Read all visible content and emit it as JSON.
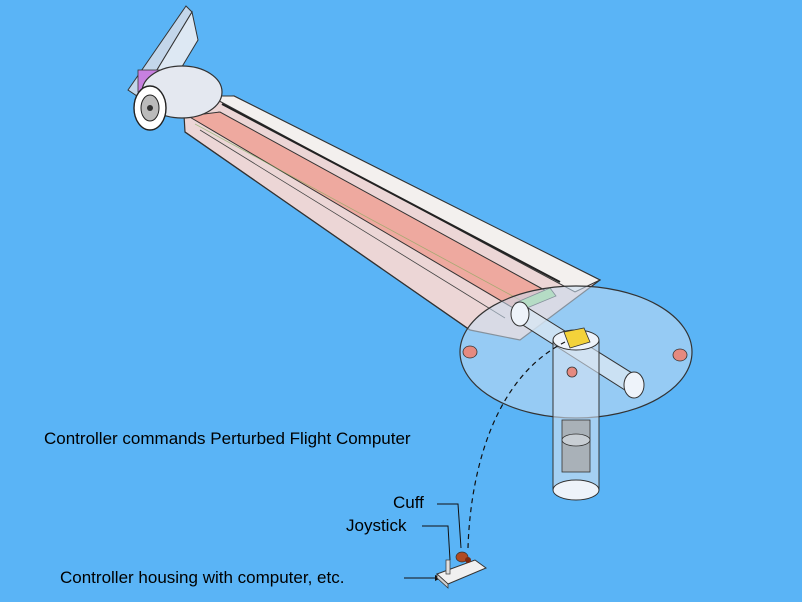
{
  "labels": {
    "commands": "Controller commands Perturbed Flight Computer",
    "cuff": "Cuff",
    "joystick": "Joystick",
    "housing": "Controller housing with computer, etc."
  },
  "colors": {
    "background": "#5ab4f6",
    "wing": "#e8c8c8",
    "flap": "#eea99f",
    "pod": "#c9def3",
    "yoke": "#f3d23a",
    "cuff": "#b04a22"
  }
}
